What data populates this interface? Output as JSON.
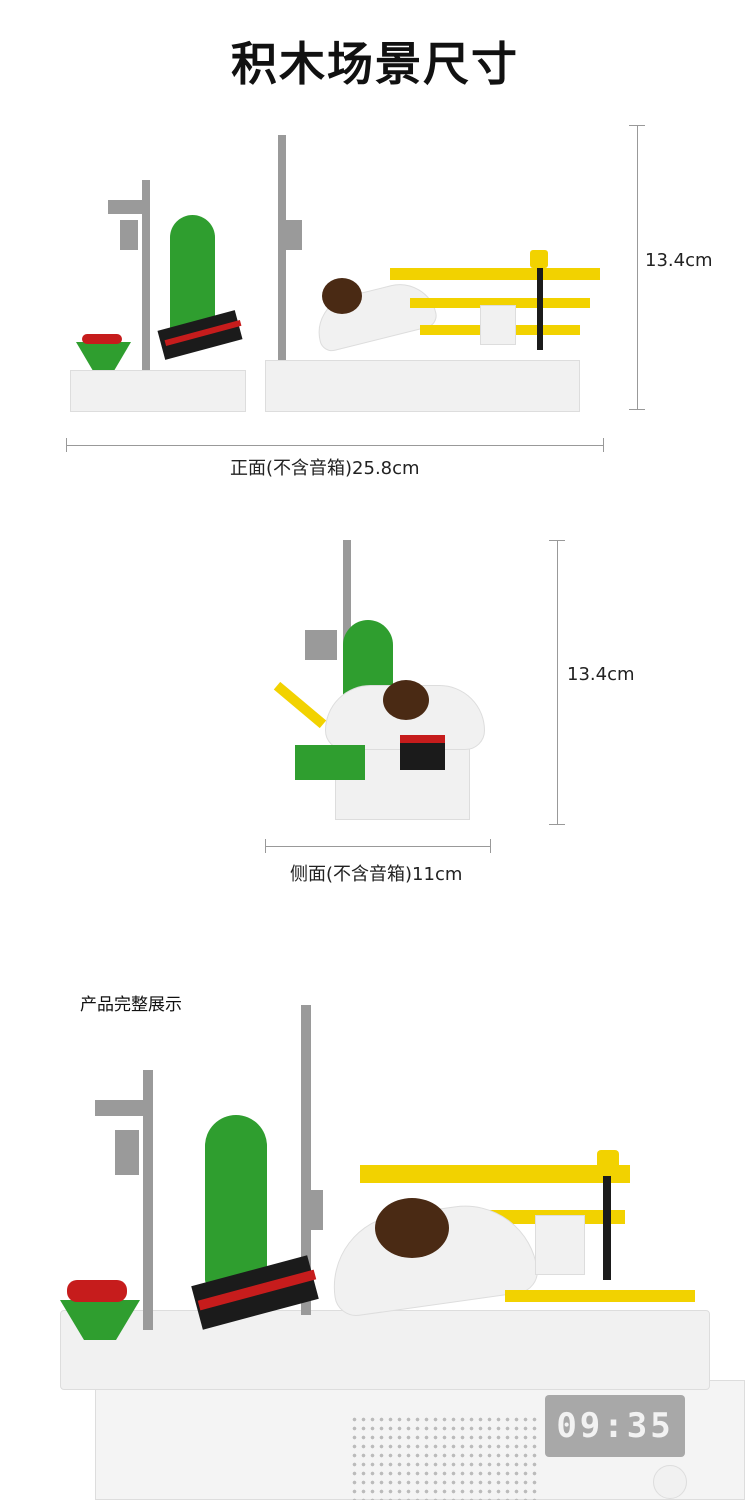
{
  "title": "积木场景尺寸",
  "front": {
    "height_label": "13.4cm",
    "width_label": "正面(不含音箱)25.8cm"
  },
  "side": {
    "height_label": "13.4cm",
    "width_label": "侧面(不含音箱)11cm"
  },
  "showcase": {
    "label": "产品完整展示",
    "clock": "09:35"
  },
  "colors": {
    "green": "#2f9e2f",
    "yellow": "#f2d200",
    "gray": "#9a9a9a"
  }
}
